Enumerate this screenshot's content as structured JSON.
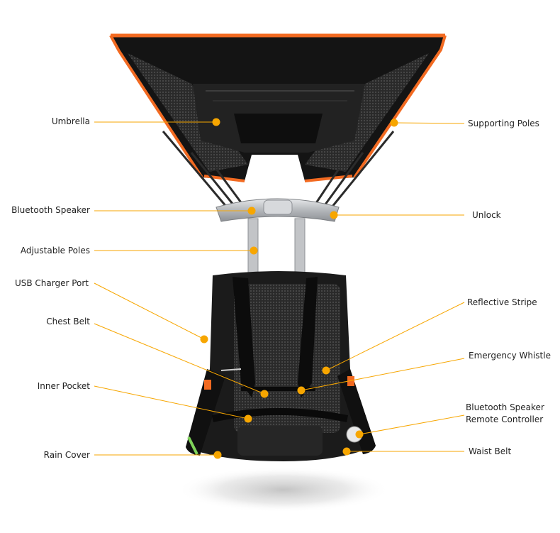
{
  "colors": {
    "accent": "#f7a600",
    "orange": "#f26a21",
    "body": "#1b1b1b",
    "mesh": "#3a3a3a",
    "metal": "#b9bcc0"
  },
  "labels": {
    "umbrella": "Umbrella",
    "supporting_poles": "Supporting Poles",
    "bluetooth_speaker": "Bluetooth Speaker",
    "unlock": "Unlock",
    "adjustable_poles": "Adjustable Poles",
    "usb_charger_port": "USB Charger Port",
    "reflective_stripe": "Reflective Stripe",
    "chest_belt": "Chest Belt",
    "emergency_whistle": "Emergency Whistle",
    "inner_pocket": "Inner Pocket",
    "remote_controller_line1": "Bluetooth Speaker",
    "remote_controller_line2": "Remote Controller",
    "rain_cover": "Rain Cover",
    "waist_belt": "Waist Belt"
  }
}
